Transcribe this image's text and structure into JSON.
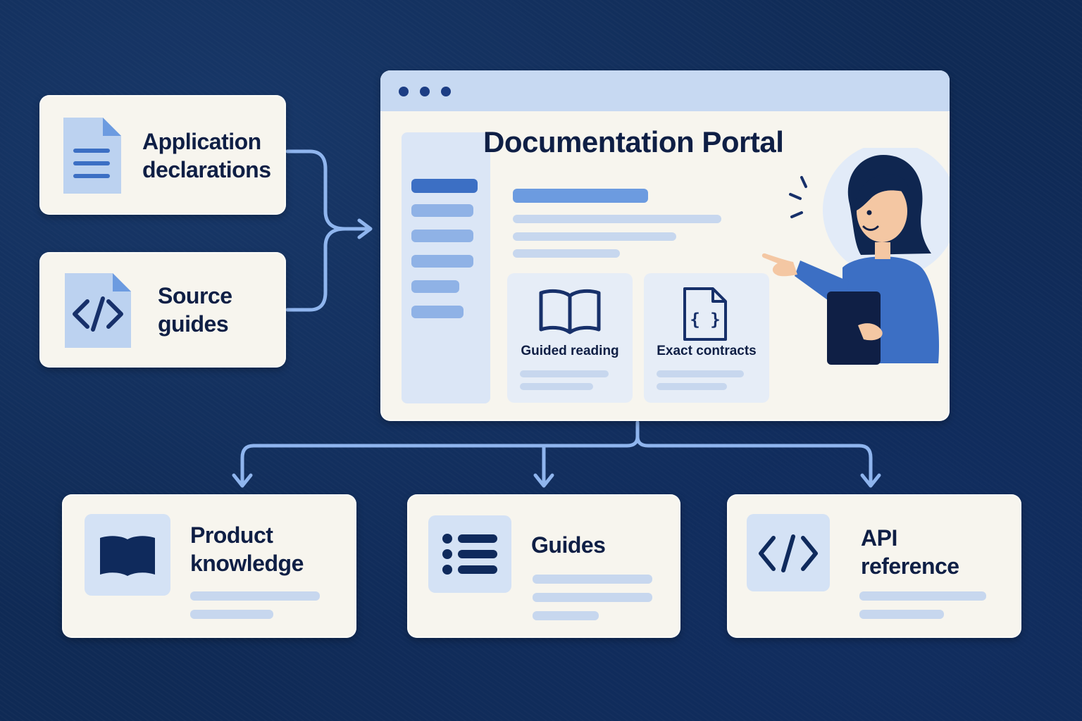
{
  "sources": {
    "application_declarations": {
      "line1": "Application",
      "line2": "declarations"
    },
    "source_guides": {
      "line1": "Source",
      "line2": "guides"
    }
  },
  "portal": {
    "title": "Documentation Portal",
    "cards": [
      {
        "label": "Guided reading",
        "icon": "open-book-icon"
      },
      {
        "label": "Exact contracts",
        "icon": "braces-file-icon"
      }
    ]
  },
  "outputs": {
    "product_knowledge": {
      "line1": "Product",
      "line2": "knowledge",
      "icon": "book-icon"
    },
    "guides": {
      "label": "Guides",
      "icon": "list-icon"
    },
    "api_reference": {
      "line1": "API",
      "line2": "reference",
      "icon": "code-icon"
    }
  },
  "colors": {
    "background": "#0f2a55",
    "card": "#f7f5ee",
    "accent_blue": "#3c6fc4",
    "navy": "#0f1f45",
    "light_blue": "#c7d7ee",
    "connector": "#8fb5ee"
  }
}
